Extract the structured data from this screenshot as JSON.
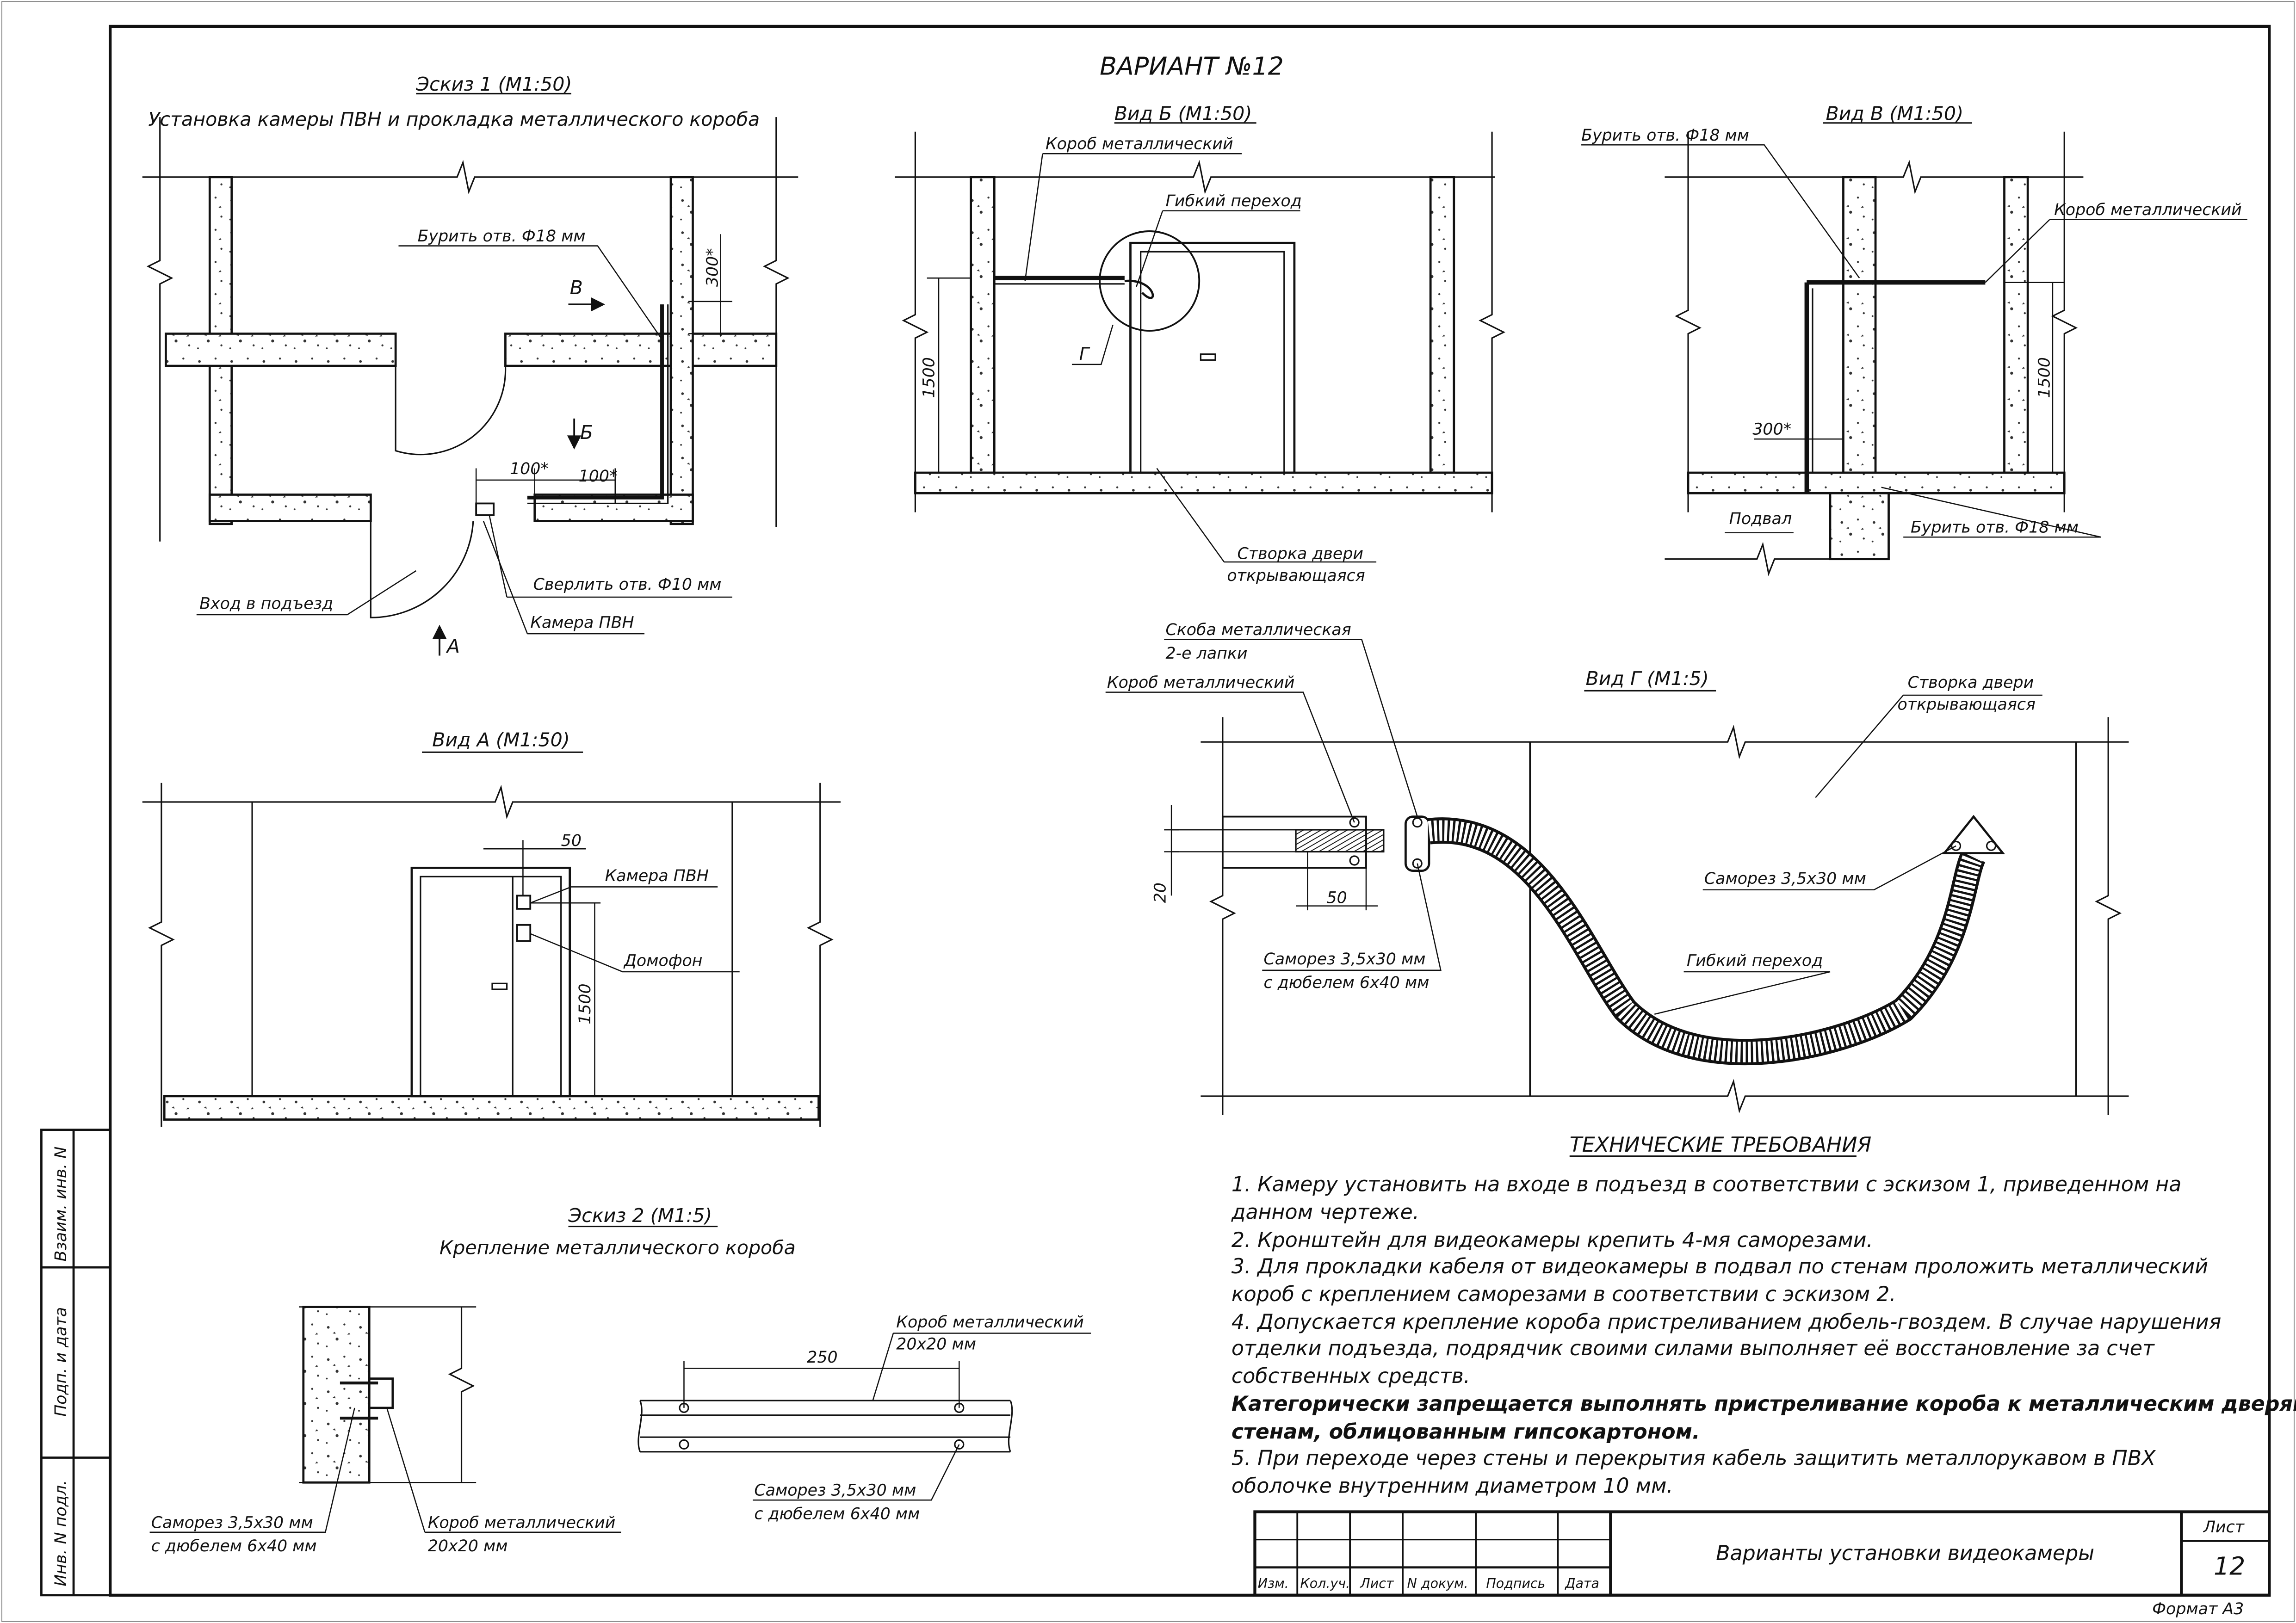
{
  "sheet": {
    "title": "ВАРИАНТ №12",
    "format_label": "Формат А3"
  },
  "sketch1": {
    "title": "Эскиз 1 (М1:50)",
    "subtitle": "Установка камеры ПВН и прокладка металлического короба",
    "drill_18": "Бурить отв. Ф18 мм",
    "dim_300": "300*",
    "dim_100a": "100*",
    "dim_100b": "100*",
    "arrow_b": "В",
    "arrow_v": "Б",
    "arrow_a": "А",
    "drill_10": "Сверлить отв. Ф10 мм",
    "camera": "Камера ПВН",
    "entrance": "Вход в подъезд"
  },
  "view_a": {
    "title": "Вид А (М1:50)",
    "dim_50": "50",
    "camera": "Камера ПВН",
    "intercom": "Домофон",
    "dim_1500": "1500"
  },
  "view_b": {
    "title": "Вид Б (М1:50)",
    "duct": "Короб металлический",
    "flex": "Гибкий переход",
    "callout": "Г",
    "dim_1500": "1500",
    "door_leaf_1": "Створка двери",
    "door_leaf_2": "открывающаяся"
  },
  "view_v": {
    "title": "Вид В (М1:50)",
    "drill_18_top": "Бурить отв. Ф18 мм",
    "duct": "Короб металлический",
    "dim_300": "300*",
    "dim_1500": "1500",
    "basement": "Подвал",
    "drill_18_bottom": "Бурить отв. Ф18 мм"
  },
  "view_g": {
    "title": "Вид Г (М1:5)",
    "clamp_1": "Скоба металлическая",
    "clamp_2": "2-е лапки",
    "duct": "Короб металлический",
    "door_leaf_1": "Створка двери",
    "door_leaf_2": "открывающаяся",
    "dim_20": "20",
    "dim_50": "50",
    "screw_top": "Саморез 3,5х30 мм",
    "screw_dowel_1": "Саморез 3,5х30 мм",
    "screw_dowel_2": "с дюбелем 6х40 мм",
    "flex": "Гибкий переход"
  },
  "sketch2": {
    "title": "Эскиз 2 (М1:5)",
    "subtitle": "Крепление металлического короба",
    "duct_1": "Короб металлический",
    "duct_2": "20х20 мм",
    "dim_250": "250",
    "screw_right_1": "Саморез 3,5х30 мм",
    "screw_right_2": "с дюбелем 6х40 мм",
    "screw_left_1": "Саморез 3,5х30 мм",
    "screw_left_2": "с дюбелем 6х40 мм",
    "duct_left_1": "Короб металлический",
    "duct_left_2": "20х20 мм"
  },
  "requirements": {
    "title": "ТЕХНИЧЕСКИЕ ТРЕБОВАНИЯ",
    "lines": [
      "1. Камеру установить на входе в подъезд в соответствии с эскизом 1, приведенном на",
      "данном чертеже.",
      "2. Кронштейн для видеокамеры крепить 4-мя саморезами.",
      "3. Для прокладки кабеля от видеокамеры в подвал по стенам проложить металлический",
      "короб с креплением саморезами в соответствии с эскизом 2.",
      "4. Допускается крепление короба пристреливанием дюбель-гвоздем. В случае нарушения",
      "отделки подъезда, подрядчик своими силами выполняет её восстановление за счет",
      "собственных средств."
    ],
    "bold_lines": [
      "Категорически запрещается выполнять пристреливание короба к металлическим дверям и",
      "стенам, облицованным гипсокартоном."
    ],
    "tail_lines": [
      "5. При переходе через стены и перекрытия кабель защитить металлорукавом в ПВХ",
      "оболочке внутренним диаметром 10 мм."
    ]
  },
  "title_block": {
    "headers": [
      "Изм.",
      "Кол.уч.",
      "Лист",
      "N докум.",
      "Подпись",
      "Дата"
    ],
    "doc_name": "Варианты установки видеокамеры",
    "sheet_label": "Лист",
    "sheet_number": "12"
  },
  "side_stamp": {
    "cells": [
      "Взаим. инв. N",
      "Подп. и дата",
      "Инв. N подл."
    ]
  }
}
